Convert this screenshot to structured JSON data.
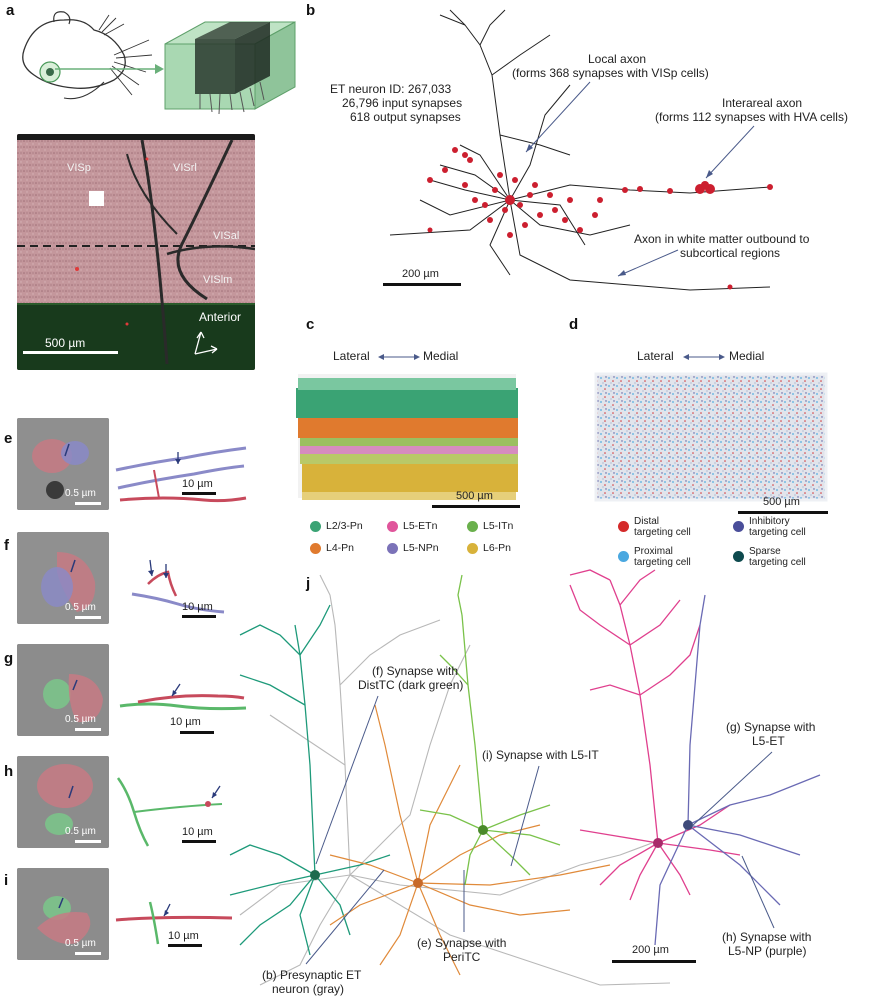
{
  "panels": {
    "a": {
      "label": "a",
      "areas": [
        "VISp",
        "VISrl",
        "VISal",
        "VISlm"
      ],
      "anterior": "Anterior",
      "scale": "500 µm"
    },
    "b": {
      "label": "b",
      "neuron_id": "ET neuron ID: 267,033",
      "input_synapses": "26,796 input synapses",
      "output_synapses": "618 output synapses",
      "local_axon_1": "Local axon",
      "local_axon_2": "(forms 368 synapses with VISp cells)",
      "interareal_1": "Interareal axon",
      "interareal_2": "(forms 112 synapses with HVA cells)",
      "white_matter_1": "Axon in white matter outbound to",
      "white_matter_2": "subcortical regions",
      "scale": "200 µm"
    },
    "c": {
      "label": "c",
      "lateral": "Lateral",
      "medial": "Medial",
      "scale": "500 µm",
      "legend": [
        {
          "name": "L2/3-Pn",
          "color": "#3aa374"
        },
        {
          "name": "L5-ETn",
          "color": "#e0559b"
        },
        {
          "name": "L5-ITn",
          "color": "#6ab04c"
        },
        {
          "name": "L4-Pn",
          "color": "#e07a2e"
        },
        {
          "name": "L5-NPn",
          "color": "#7b72b8"
        },
        {
          "name": "L6-Pn",
          "color": "#d8b23a"
        }
      ]
    },
    "d": {
      "label": "d",
      "lateral": "Lateral",
      "medial": "Medial",
      "scale": "500 µm",
      "legend": [
        {
          "l1": "Distal",
          "l2": "targeting cell",
          "color": "#d42a2a"
        },
        {
          "l1": "Inhibitory",
          "l2": "targeting cell",
          "color": "#4a4e9a"
        },
        {
          "l1": "Proximal",
          "l2": "targeting cell",
          "color": "#4aa8e0"
        },
        {
          "l1": "Sparse",
          "l2": "targeting cell",
          "color": "#0e4a4e"
        }
      ]
    },
    "e": {
      "label": "e",
      "scale_em": "0.5 µm",
      "scale_trace": "10 µm"
    },
    "f": {
      "label": "f",
      "scale_em": "0.5 µm",
      "scale_trace": "10 µm"
    },
    "g": {
      "label": "g",
      "scale_em": "0.5 µm",
      "scale_trace": "10 µm"
    },
    "h": {
      "label": "h",
      "scale_em": "0.5 µm",
      "scale_trace": "10 µm"
    },
    "i": {
      "label": "i",
      "scale_em": "0.5 µm",
      "scale_trace": "10 µm"
    },
    "j": {
      "label": "j",
      "f_1": "(f) Synapse with",
      "f_2": "DistTC (dark green)",
      "i_1": "(i) Synapse with L5-IT",
      "g_1": "(g) Synapse with",
      "g_2": "L5-ET",
      "e_1": "(e) Synapse with",
      "e_2": "PeriTC",
      "b_1": "(b) Presynaptic ET",
      "b_2": "neuron (gray)",
      "h_1": "(h) Synapse with",
      "h_2": "L5-NP (purple)",
      "scale": "200 µm"
    }
  }
}
